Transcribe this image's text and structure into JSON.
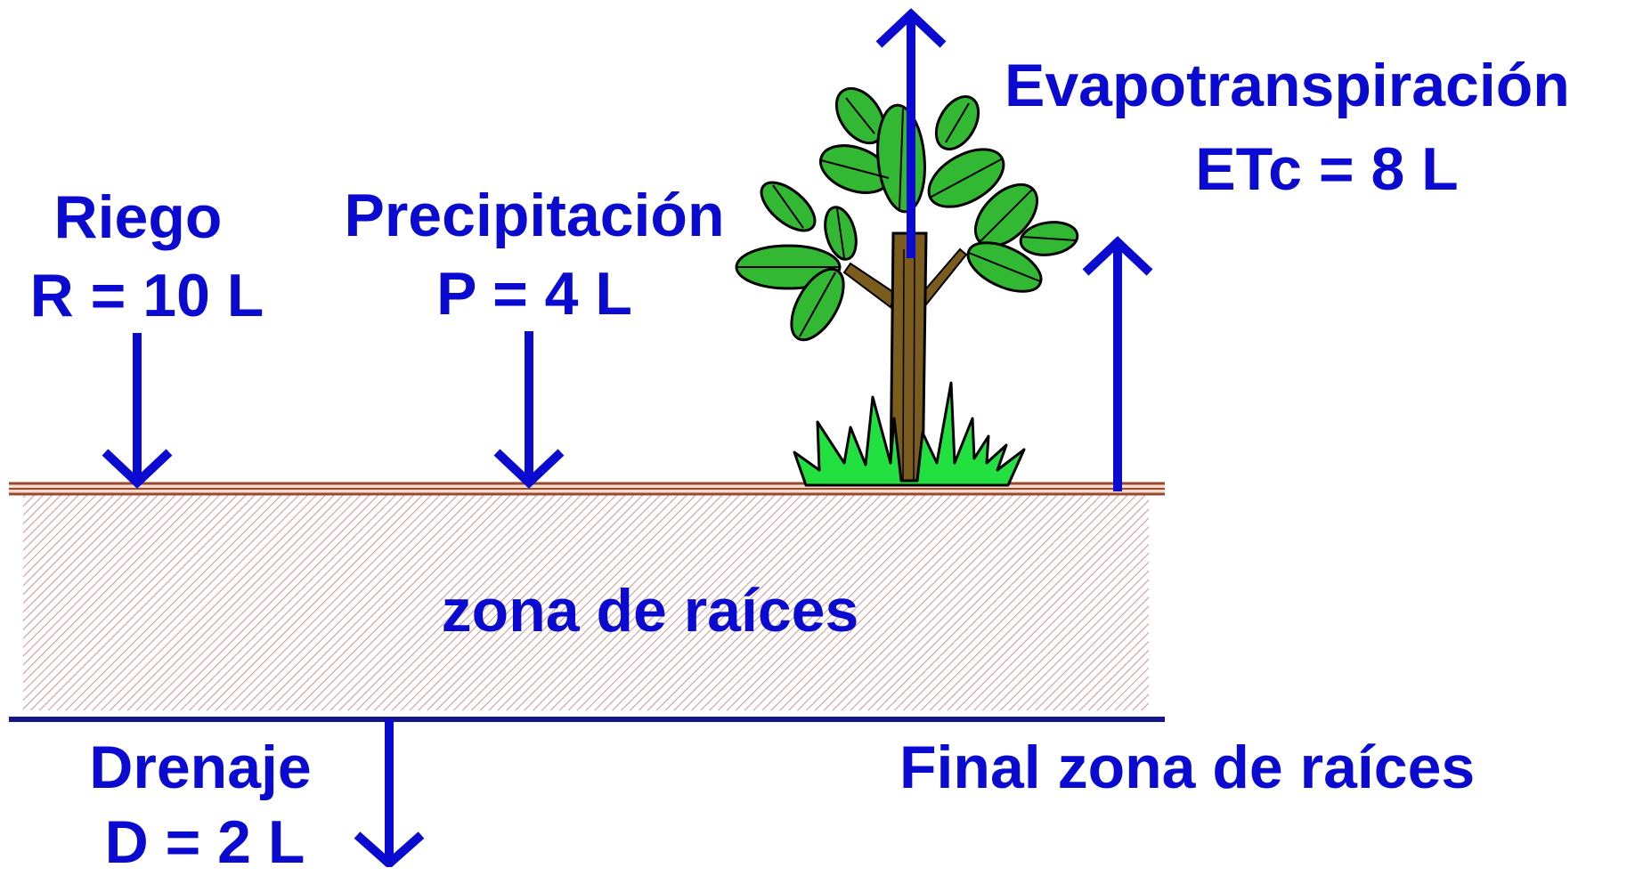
{
  "colors": {
    "text": "#0a0ad0",
    "arrow": "#0a0ad0",
    "soil_hatch": "#c98a86",
    "surface_line": "#9a4a30",
    "root_zone_end_line": "#14148c",
    "leaf": "#33b833",
    "grass": "#22e040",
    "trunk": "#7a5c1e"
  },
  "icons": {
    "plant": "tree-with-grass-icon"
  },
  "labels": {
    "riego_title": "Riego",
    "riego_value": "R = 10 L",
    "precip_title": "Precipitación",
    "precip_value": "P = 4 L",
    "evapo_title": "Evapotranspiración",
    "evapo_value": "ETc = 8 L",
    "drenaje_title": "Drenaje",
    "drenaje_value": "D = 2 L",
    "root_zone": "zona de raíces",
    "root_zone_end": "Final zona de raíces"
  }
}
